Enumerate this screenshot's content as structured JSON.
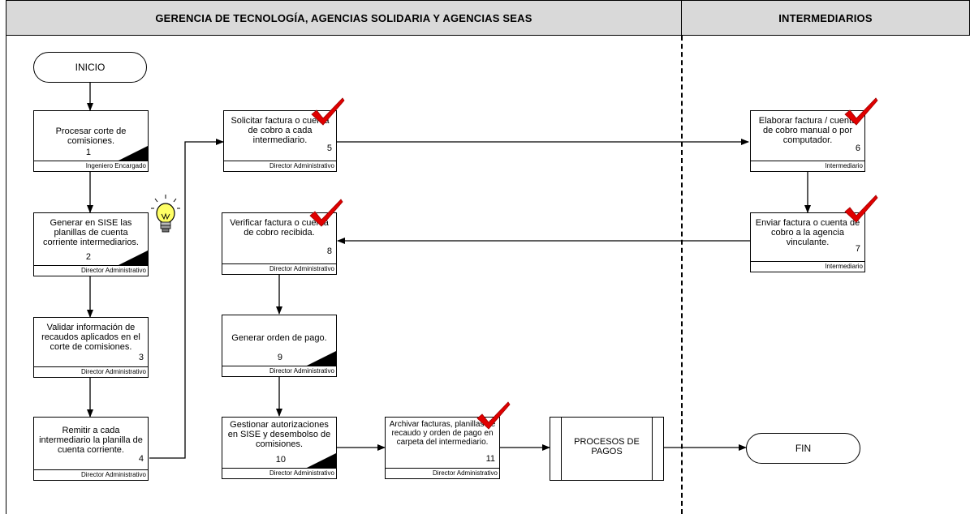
{
  "lanes": {
    "left_title": "GERENCIA DE TECNOLOGÍA, AGENCIAS SOLIDARIA Y AGENCIAS SEAS",
    "right_title": "INTERMEDIARIOS"
  },
  "terminals": {
    "start": "INICIO",
    "end": "FIN"
  },
  "tasks": [
    {
      "text": "Procesar corte de comisiones.",
      "num": "1",
      "role": "Ingeniero Encargado"
    },
    {
      "text": "Generar en SISE las planillas de cuenta corriente intermediarios.",
      "num": "2",
      "role": "Director Administrativo"
    },
    {
      "text": "Validar información de recaudos aplicados en el corte de comisiones.",
      "num": "3",
      "role": "Director Administrativo"
    },
    {
      "text": "Remitir a cada intermediario la planilla de cuenta corriente.",
      "num": "4",
      "role": "Director Administrativo"
    },
    {
      "text": "Solicitar factura o cuenta de cobro a cada intermediario.",
      "num": "5",
      "role": "Director Administrativo"
    },
    {
      "text": "Elaborar factura / cuenta de cobro manual o por computador.",
      "num": "6",
      "role": "Intermediario"
    },
    {
      "text": "Enviar factura o cuenta de cobro a la agencia vinculante.",
      "num": "7",
      "role": "Intermediario"
    },
    {
      "text": "Verificar factura o cuenta de cobro recibida.",
      "num": "8",
      "role": "Director Administrativo"
    },
    {
      "text": "Generar orden de pago.",
      "num": "9",
      "role": "Director Administrativo"
    },
    {
      "text": "Gestionar autorizaciones en SISE y desembolso de comisiones.",
      "num": "10",
      "role": "Director Administrativo"
    },
    {
      "text": "Archivar facturas, planillas de recaudo y orden de pago en carpeta del intermediario.",
      "num": "11",
      "role": "Director Administrativo"
    }
  ],
  "process": {
    "text": "PROCESOS DE PAGOS"
  },
  "colors": {
    "header_bg": "#d9d9d9",
    "check": "#e00000",
    "bulb": "#ffff66"
  }
}
